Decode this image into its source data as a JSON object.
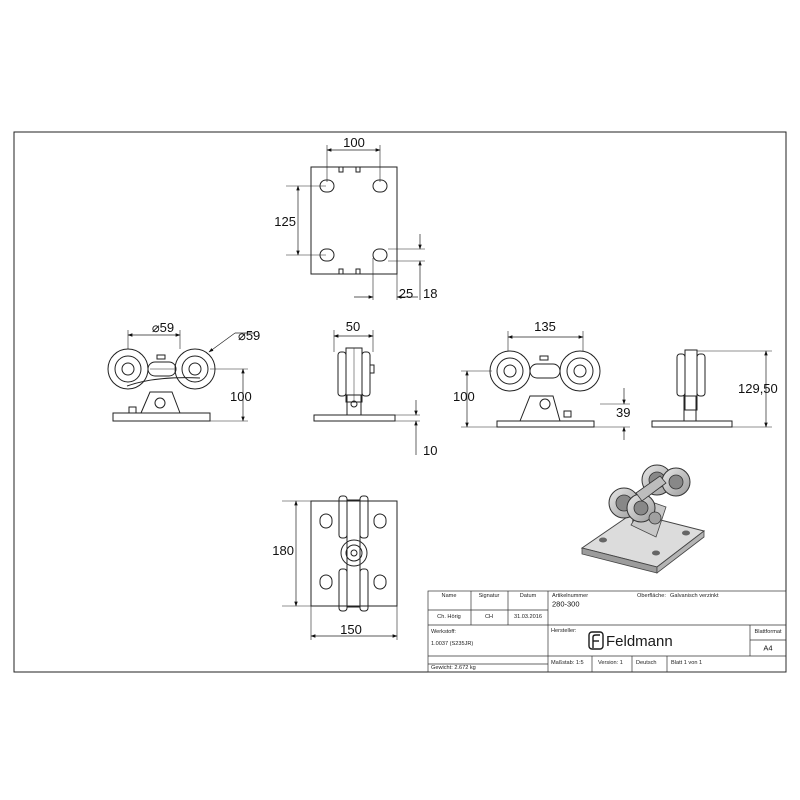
{
  "dimensions": {
    "top_width": "100",
    "top_height": "125",
    "top_small_25": "25",
    "top_small_18": "18",
    "front_dia_a": "⌀59",
    "front_dia_b": "⌀59",
    "front_height": "100",
    "side_width": "50",
    "side_plate": "10",
    "front2_width": "135",
    "front2_height": "100",
    "front2_axle": "39",
    "side2_height": "129,50",
    "bottom_height": "180",
    "bottom_width": "150"
  },
  "title_block": {
    "name_label": "Name",
    "signature_label": "Signatur",
    "date_label": "Datum",
    "article_label": "Artikelnummer",
    "surface_label": "Oberfläche:",
    "surface_value": "Galvanisch verzinkt",
    "name_value": "Ch. Hörig",
    "signature_value": "CH",
    "date_value": "31.03.2016",
    "article_value": "280-300",
    "material_label": "Werkstoff:",
    "material_value": "1.0037 (S235JR)",
    "manufacturer_label": "Hersteller:",
    "company": "Feldmann",
    "sheet_format_label": "Blattformat",
    "sheet_format_value": "A4",
    "weight": "Gewicht: 2.672 kg",
    "scale": "Maßstab: 1:5",
    "version": "Version: 1",
    "language": "Deutsch",
    "sheet": "Blatt 1 von 1"
  }
}
